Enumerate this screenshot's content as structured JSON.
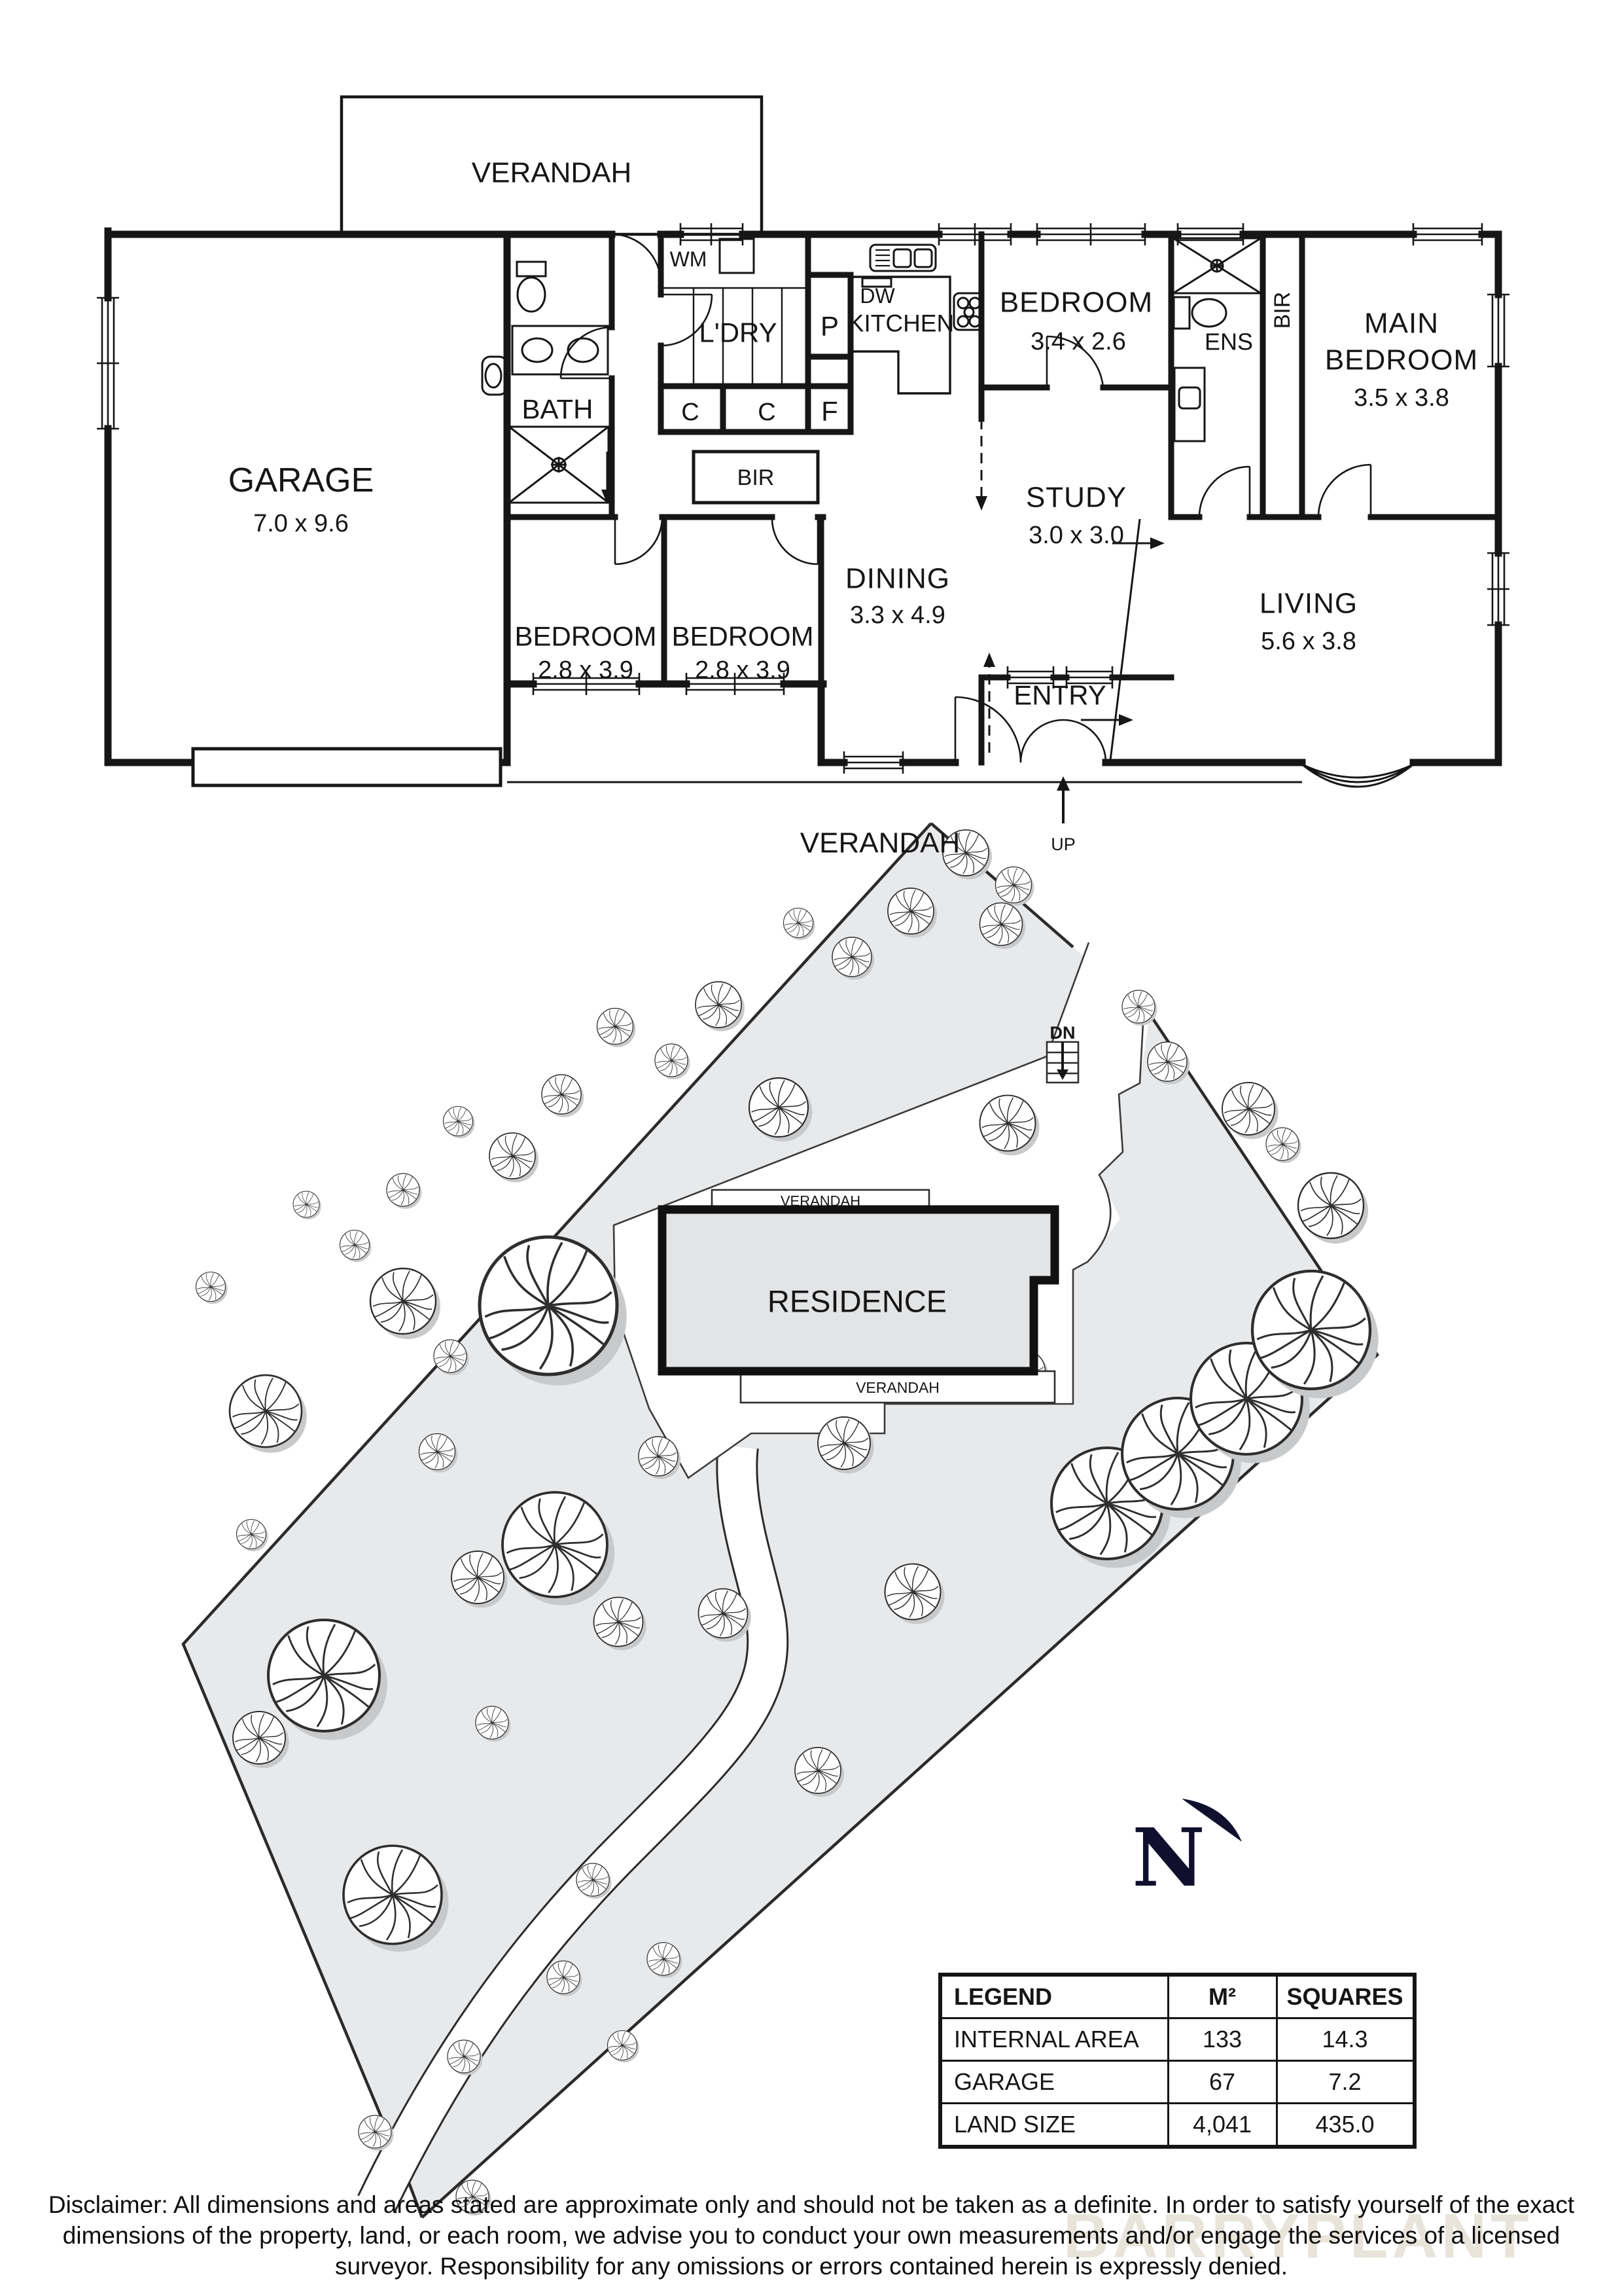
{
  "floorplan": {
    "verandah_top": "VERANDAH",
    "verandah_bottom": "VERANDAH",
    "garage": {
      "name": "GARAGE",
      "dims": "7.0 x 9.6"
    },
    "bath": {
      "name": "BATH"
    },
    "laundry": {
      "name": "L'DRY",
      "wm": "WM",
      "c1": "C",
      "c2": "C"
    },
    "pantry": "P",
    "fridge": "F",
    "dishwasher": "DW",
    "kitchen": {
      "name": "KITCHEN"
    },
    "bir_hall": "BIR",
    "bedroom_2": {
      "name": "BEDROOM",
      "dims": "2.8 x 3.9"
    },
    "bedroom_3": {
      "name": "BEDROOM",
      "dims": "2.8 x 3.9"
    },
    "dining": {
      "name": "DINING",
      "dims": "3.3 x 4.9"
    },
    "study": {
      "name": "STUDY",
      "dims": "3.0 x 3.0"
    },
    "entry": {
      "name": "ENTRY",
      "up": "UP"
    },
    "living": {
      "name": "LIVING",
      "dims": "5.6 x 3.8"
    },
    "bedroom_4": {
      "name": "BEDROOM",
      "dims": "3.4 x 2.6"
    },
    "ensuite": "ENS",
    "bir_main": "BIR",
    "main_bedroom": {
      "line1": "MAIN",
      "line2": "BEDROOM",
      "dims": "3.5 x 3.8"
    }
  },
  "siteplan": {
    "residence": "RESIDENCE",
    "verandah_top": "VERANDAH",
    "verandah_bottom": "VERANDAH",
    "down": "DN"
  },
  "north": {
    "label": "N"
  },
  "legend": {
    "headers": [
      "LEGEND",
      "M²",
      "SQUARES"
    ],
    "rows": [
      [
        "INTERNAL AREA",
        "133",
        "14.3"
      ],
      [
        "GARAGE",
        "67",
        "7.2"
      ],
      [
        "LAND SIZE",
        "4,041",
        "435.0"
      ]
    ]
  },
  "disclaimer": "Disclaimer: All dimensions and areas stated are approximate only and should not be taken as a definite. In order to satisfy yourself of the exact dimensions of the property, land, or each room, we advise you to conduct your own measurements and/or engage the services of a licensed surveyor. Responsibility for any omissions or errors contained herein is expressly denied.",
  "watermark": "BARRYPLANT"
}
